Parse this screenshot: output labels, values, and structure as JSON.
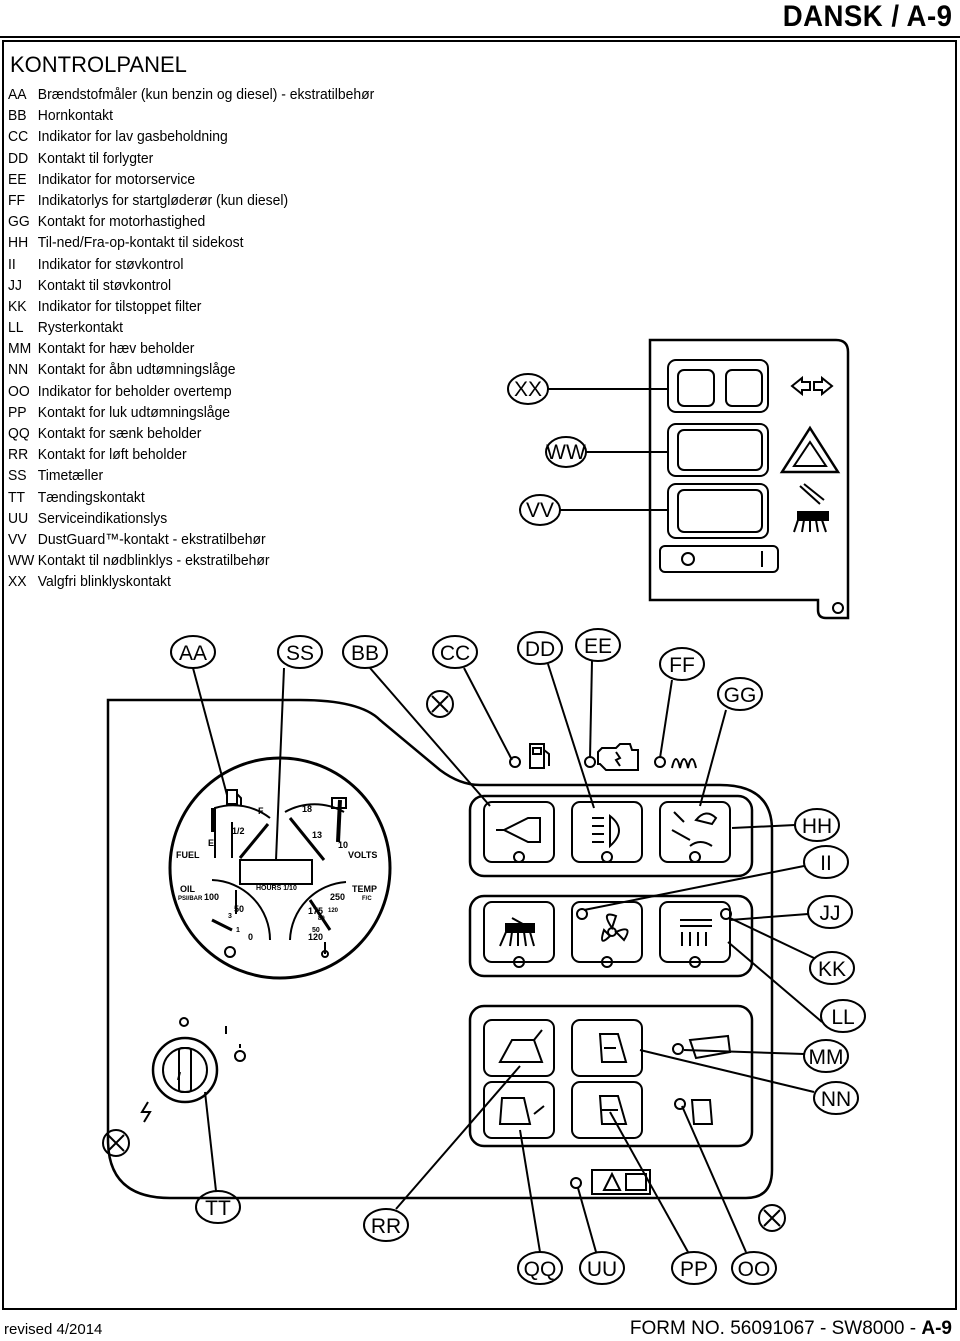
{
  "header": {
    "title": "DANSK / A-9"
  },
  "section_title": "KONTROLPANEL",
  "legend": [
    {
      "code": "AA",
      "text": "Brændstofmåler (kun benzin og diesel) - ekstratilbehør"
    },
    {
      "code": "BB",
      "text": "Hornkontakt"
    },
    {
      "code": "CC",
      "text": "Indikator for lav gasbeholdning"
    },
    {
      "code": "DD",
      "text": "Kontakt til forlygter"
    },
    {
      "code": "EE",
      "text": "Indikator for motorservice"
    },
    {
      "code": "FF",
      "text": "Indikatorlys for startgløderør (kun diesel)"
    },
    {
      "code": "GG",
      "text": "Kontakt for motorhastighed"
    },
    {
      "code": "HH",
      "text": "Til-ned/Fra-op-kontakt til sidekost"
    },
    {
      "code": "II",
      "text": "Indikator for støvkontrol"
    },
    {
      "code": "JJ",
      "text": "Kontakt til støvkontrol"
    },
    {
      "code": "KK",
      "text": "Indikator for tilstoppet filter"
    },
    {
      "code": "LL",
      "text": "Rysterkontakt"
    },
    {
      "code": "MM",
      "text": "Kontakt for hæv beholder"
    },
    {
      "code": "NN",
      "text": "Kontakt for åbn udtømningslåge"
    },
    {
      "code": "OO",
      "text": "Indikator for beholder overtemp"
    },
    {
      "code": "PP",
      "text": "Kontakt for luk udtømningslåge"
    },
    {
      "code": "QQ",
      "text": "Kontakt for sænk beholder"
    },
    {
      "code": "RR",
      "text": "Kontakt for løft beholder"
    },
    {
      "code": "SS",
      "text": "Timetæller"
    },
    {
      "code": "TT",
      "text": "Tændingskontakt"
    },
    {
      "code": "UU",
      "text": "Serviceindikationslys"
    },
    {
      "code": "VV",
      "text": "DustGuard™-kontakt - ekstratilbehør"
    },
    {
      "code": "WW",
      "text": "Kontakt til nødblinklys - ekstratilbehør"
    },
    {
      "code": "XX",
      "text": "Valgfri blinklyskontakt"
    }
  ],
  "diagram": {
    "callouts": {
      "xx": "XX",
      "ww": "WW",
      "vv": "VV",
      "aa": "AA",
      "ss": "SS",
      "bb": "BB",
      "cc": "CC",
      "dd": "DD",
      "ee": "EE",
      "ff": "FF",
      "gg": "GG",
      "hh": "HH",
      "ii": "II",
      "jj": "JJ",
      "kk": "KK",
      "ll": "LL",
      "mm": "MM",
      "nn": "NN",
      "tt": "TT",
      "rr": "RR",
      "qq": "QQ",
      "uu": "UU",
      "pp": "PP",
      "oo": "OO"
    },
    "gauge": {
      "fuel": "FUEL",
      "e": "E",
      "half": "1/2",
      "f": "F",
      "n18": "18",
      "n13": "13",
      "n10": "10",
      "volts": "VOLTS",
      "oil": "OIL",
      "psi_bar": "PSI/BAR",
      "n100": "100",
      "n50": "50",
      "n3": "3",
      "n1": "1",
      "n0": "0",
      "hours": "HOURS 1/10",
      "temp": "TEMP",
      "fc": "F/C",
      "n250": "250",
      "n175": "175",
      "n120": "120",
      "n80": "80",
      "n120b": "120",
      "n50b": "50"
    },
    "ignition": {
      "off": "O",
      "on": "I"
    }
  },
  "footer": {
    "revision": "revised 4/2014",
    "form": "FORM NO. 56091067 - SW8000 - ",
    "page": "A-9"
  }
}
